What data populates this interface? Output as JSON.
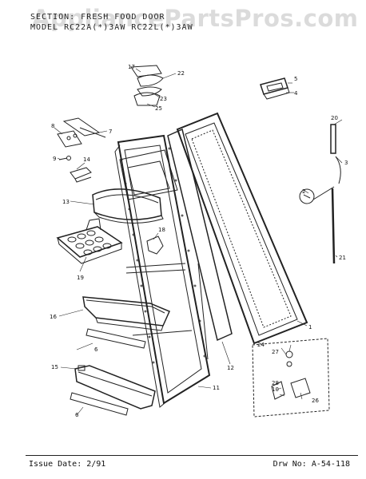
{
  "header": {
    "section_line": "SECTION: FRESH FOOD DOOR",
    "model_line": "MODEL RC22A(*)3AW  RC22L(*)3AW"
  },
  "watermark": "AppliancePartsPros.com",
  "footer": {
    "issue_date": "Issue Date: 2/91",
    "drawing_no": "Drw No: A-54-118"
  },
  "callouts": {
    "c1": "1",
    "c2": "2",
    "c3": "3",
    "c4": "4",
    "c5": "5",
    "c6a": "6",
    "c6b": "6",
    "c7": "7",
    "c8": "8",
    "c9": "9",
    "c10": "10",
    "c11": "11",
    "c12": "12",
    "c13": "13",
    "c14": "14",
    "c15": "15",
    "c16": "16",
    "c17": "17",
    "c18": "18",
    "c19": "19",
    "c20": "20",
    "c21": "21",
    "c22": "22",
    "c23": "23",
    "c24": "24",
    "c25": "25",
    "c26": "26",
    "c27": "27",
    "c28": "28"
  }
}
